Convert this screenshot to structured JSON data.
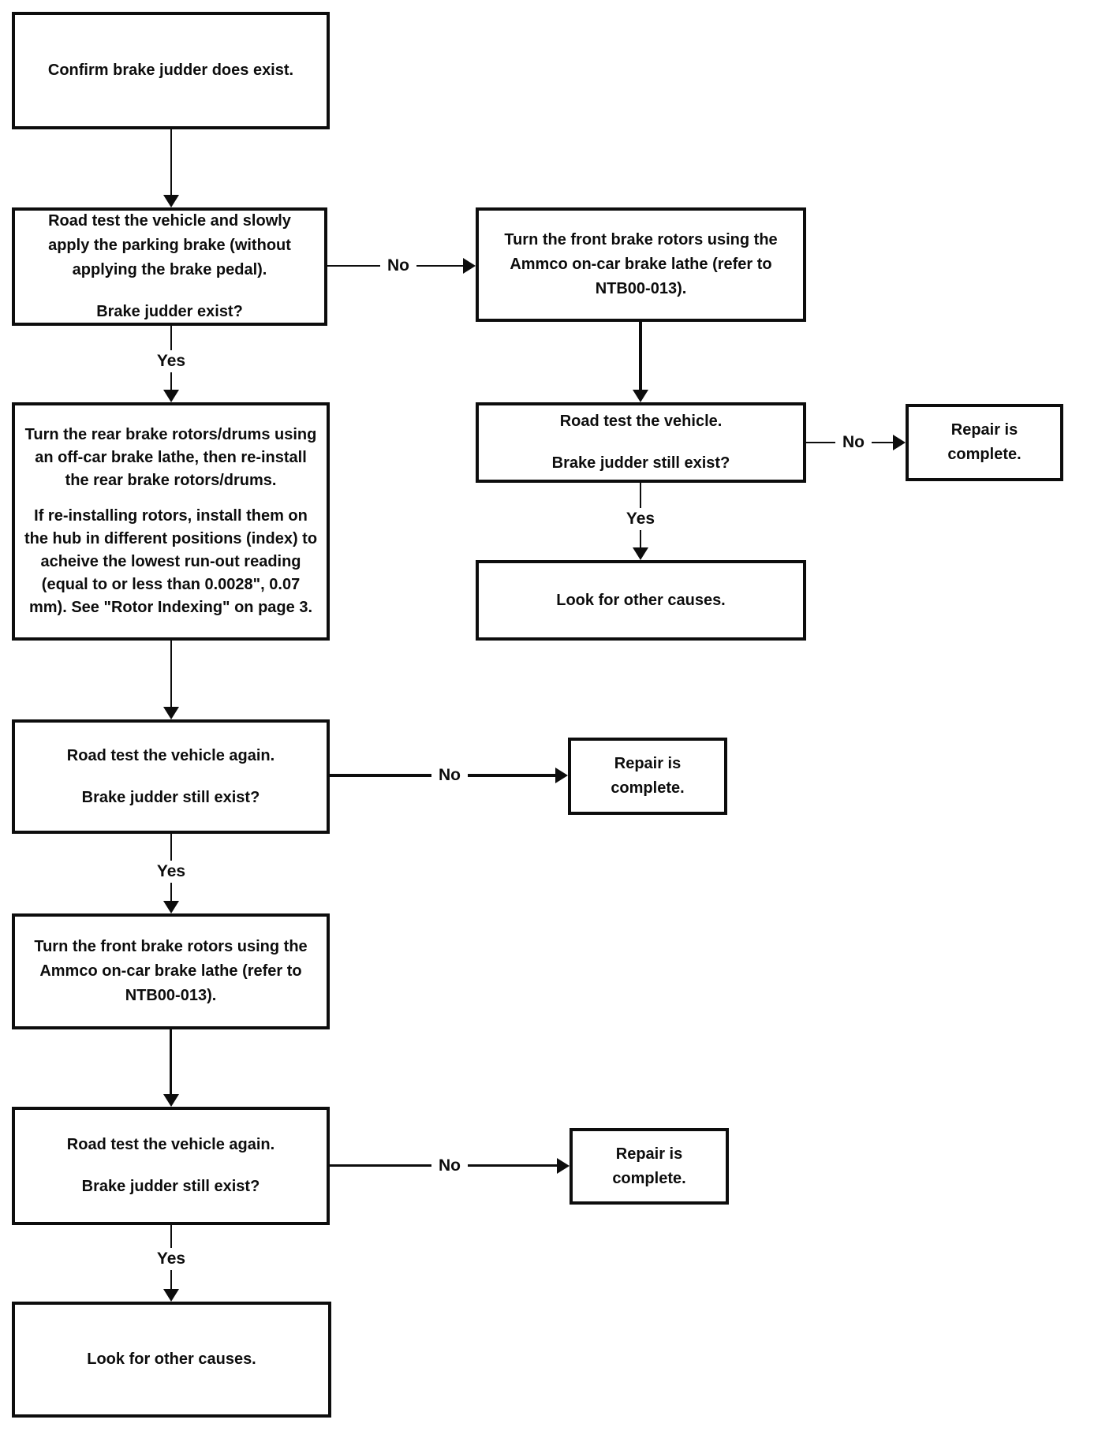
{
  "diagram": {
    "type": "flowchart",
    "colors": {
      "ink": "#0d0d0d",
      "background": "#ffffff"
    },
    "nodes": {
      "confirm": {
        "paragraphs": [
          "Confirm brake judder does exist."
        ]
      },
      "road_test_parking": {
        "paragraphs": [
          "Road test the vehicle and slowly apply the parking brake (without applying the brake pedal).",
          "Brake judder exist?"
        ]
      },
      "turn_front_1": {
        "paragraphs": [
          "Turn the front brake rotors using the Ammco on-car brake lathe (refer to NTB00-013)."
        ]
      },
      "turn_rear": {
        "paragraphs": [
          "Turn the rear brake rotors/drums using an off-car brake lathe, then re-install the rear brake rotors/drums.",
          "If re-installing rotors, install them on the hub in different positions (index) to acheive the lowest run-out reading (equal to or less than 0.0028\", 0.07 mm). See \"Rotor Indexing\" on page 3."
        ]
      },
      "road_test_2": {
        "paragraphs": [
          "Road test the vehicle.",
          "Brake judder still exist?"
        ]
      },
      "repair_complete_1": {
        "paragraphs": [
          "Repair is complete."
        ]
      },
      "other_causes_1": {
        "paragraphs": [
          "Look for other causes."
        ]
      },
      "road_test_3": {
        "paragraphs": [
          "Road test the vehicle again.",
          "Brake judder still exist?"
        ]
      },
      "repair_complete_2": {
        "paragraphs": [
          "Repair is complete."
        ]
      },
      "turn_front_2": {
        "paragraphs": [
          "Turn the front brake rotors using the Ammco on-car brake lathe (refer to NTB00-013)."
        ]
      },
      "road_test_4": {
        "paragraphs": [
          "Road test the vehicle again.",
          "Brake judder still exist?"
        ]
      },
      "repair_complete_3": {
        "paragraphs": [
          "Repair is complete."
        ]
      },
      "other_causes_2": {
        "paragraphs": [
          "Look for other causes."
        ]
      }
    },
    "edges": [
      {
        "from": "confirm",
        "to": "road_test_parking",
        "label": ""
      },
      {
        "from": "road_test_parking",
        "to": "turn_front_1",
        "label": "No"
      },
      {
        "from": "road_test_parking",
        "to": "turn_rear",
        "label": "Yes"
      },
      {
        "from": "turn_front_1",
        "to": "road_test_2",
        "label": ""
      },
      {
        "from": "road_test_2",
        "to": "repair_complete_1",
        "label": "No"
      },
      {
        "from": "road_test_2",
        "to": "other_causes_1",
        "label": "Yes"
      },
      {
        "from": "turn_rear",
        "to": "road_test_3",
        "label": ""
      },
      {
        "from": "road_test_3",
        "to": "repair_complete_2",
        "label": "No"
      },
      {
        "from": "road_test_3",
        "to": "turn_front_2",
        "label": "Yes"
      },
      {
        "from": "turn_front_2",
        "to": "road_test_4",
        "label": ""
      },
      {
        "from": "road_test_4",
        "to": "repair_complete_3",
        "label": "No"
      },
      {
        "from": "road_test_4",
        "to": "other_causes_2",
        "label": "Yes"
      }
    ]
  }
}
